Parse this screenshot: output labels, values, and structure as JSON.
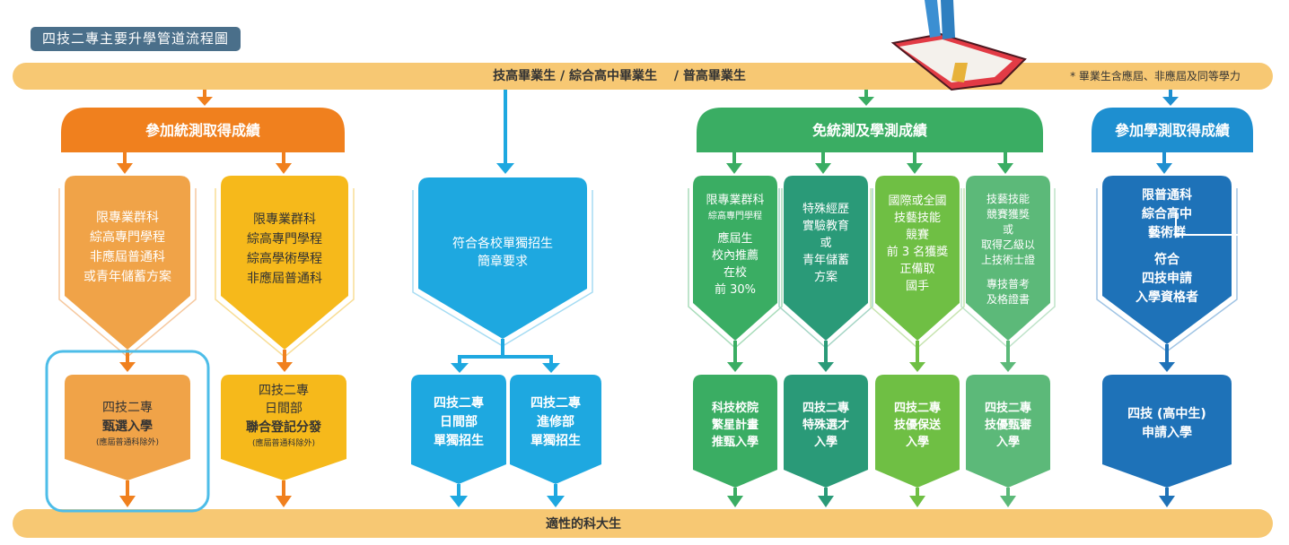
{
  "title": "四技二專主要升學管道流程圖",
  "top_bar": {
    "sources": "技高畢業生 / 綜合高中畢業生　 / 普高畢業生",
    "note": "* 畢業生含應屆、非應屆及同等學力"
  },
  "bottom_bar": "適性的科大生",
  "groups": [
    {
      "label": "參加統測取得成績",
      "color": "#f0801e"
    },
    {
      "label": "免統測及學測成績",
      "color": "#3aad63"
    },
    {
      "label": "參加學測取得成績",
      "color": "#1e8fd0"
    }
  ],
  "requirements": [
    "限專業群科\n綜高專門學程\n非應屆普通科\n或青年儲蓄方案",
    "限專業群科\n綜高專門學程\n綜高學術學程\n非應屆普通科",
    "符合各校單獨招生\n簡章要求",
    {
      "l1": "限專業群科",
      "l2": "綜高專門學程",
      "l3": "應屆生\n校內推薦\n在校\n前 30%"
    },
    "特殊經歷\n實驗教育\n或\n青年儲蓄\n方案",
    "國際或全國\n技藝技能\n競賽\n前 3 名獲獎\n正備取\n國手",
    {
      "l1": "技藝技能\n競賽獲獎\n或\n取得乙級以\n上技術士證",
      "l2": "專技普考\n及格證書"
    },
    "限普通科\n綜合高中\n藝術群",
    "符合\n四技申請\n入學資格者"
  ],
  "results": [
    {
      "l1": "四技二專",
      "l2": "甄選入學",
      "note": "(應屆普通科除外)"
    },
    {
      "l1": "四技二專\n日間部",
      "l2": "聯合登記分發",
      "note": "(應屆普通科除外)"
    },
    "四技二專\n日間部\n單獨招生",
    "四技二專\n進修部\n單獨招生",
    "科技校院\n繁星計畫\n推甄入學",
    "四技二專\n特殊選才\n入學",
    "四技二專\n技優保送\n入學",
    "四技二專\n技優甄審\n入學",
    "四技 (高中生)\n申請入學"
  ]
}
